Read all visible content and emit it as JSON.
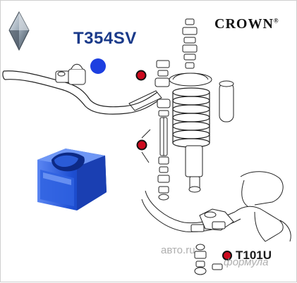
{
  "brand": {
    "name": "CROWN",
    "mark": "®"
  },
  "part_codes": {
    "main": "T354SV",
    "secondary": "T101U"
  },
  "watermarks": {
    "left": "авто.ru",
    "right": "формула"
  },
  "colors": {
    "marker_blue": "#1d3fe0",
    "marker_red": "#cc0a1e",
    "bushing_blue": "#2a5bd7",
    "line": "#222222"
  },
  "icons": [
    "brand-diamond-icon",
    "marker-dot"
  ]
}
